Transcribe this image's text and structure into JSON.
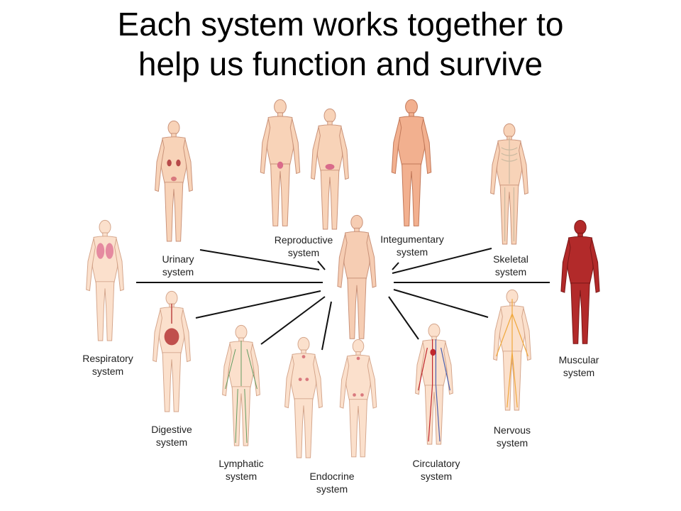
{
  "title": {
    "line1": "Each system works together to",
    "line2": "help us function and survive"
  },
  "colors": {
    "skin": "#f8d3b8",
    "skin_outline": "#c99279",
    "center_body": "#f6cdb3",
    "connector": "#111111",
    "muscle": "#b22a2a",
    "nerve": "#f0a83c",
    "vessel_red": "#c0272d",
    "vessel_blue": "#4b5fae",
    "lymph": "#5e9a5e",
    "bone": "#f7efe0",
    "organ_pink": "#e58aa0",
    "kidney": "#b74a4a",
    "gland": "#d9797e"
  },
  "systems": {
    "urinary": {
      "line1": "Urinary",
      "line2": "system"
    },
    "reproductive": {
      "line1": "Reproductive",
      "line2": "system"
    },
    "integumentary": {
      "line1": "Integumentary",
      "line2": "system"
    },
    "skeletal": {
      "line1": "Skeletal",
      "line2": "system"
    },
    "respiratory": {
      "line1": "Respiratory",
      "line2": "system"
    },
    "muscular": {
      "line1": "Muscular",
      "line2": "system"
    },
    "digestive": {
      "line1": "Digestive",
      "line2": "system"
    },
    "lymphatic": {
      "line1": "Lymphatic",
      "line2": "system"
    },
    "endocrine": {
      "line1": "Endocrine",
      "line2": "system"
    },
    "circulatory": {
      "line1": "Circulatory",
      "line2": "system"
    },
    "nervous": {
      "line1": "Nervous",
      "line2": "system"
    }
  }
}
